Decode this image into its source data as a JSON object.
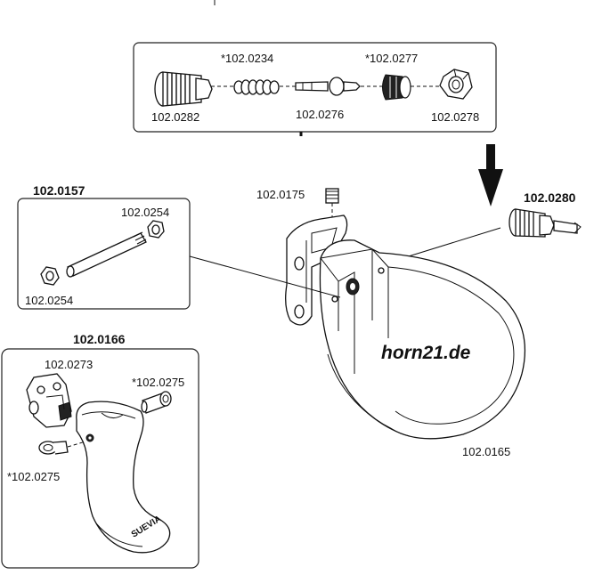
{
  "labels": {
    "top_0234": "*102.0234",
    "top_0277": "*102.0277",
    "top_0282": "102.0282",
    "top_0276": "102.0276",
    "top_0278": "102.0278",
    "valve_0280": "102.0280",
    "nipple_0175": "102.0175",
    "group_0157": "102.0157",
    "rod_nut_top": "102.0254",
    "rod_nut_bottom": "102.0254",
    "group_0166": "102.0166",
    "bracket_0273": "102.0273",
    "pin_0275_right": "*102.0275",
    "pin_0275_left": "*102.0275",
    "bowl_0165": "102.0165",
    "paddle_brand": "SUEVIA"
  },
  "watermark": "horn21.de",
  "colors": {
    "line": "#111111",
    "background": "#ffffff"
  }
}
